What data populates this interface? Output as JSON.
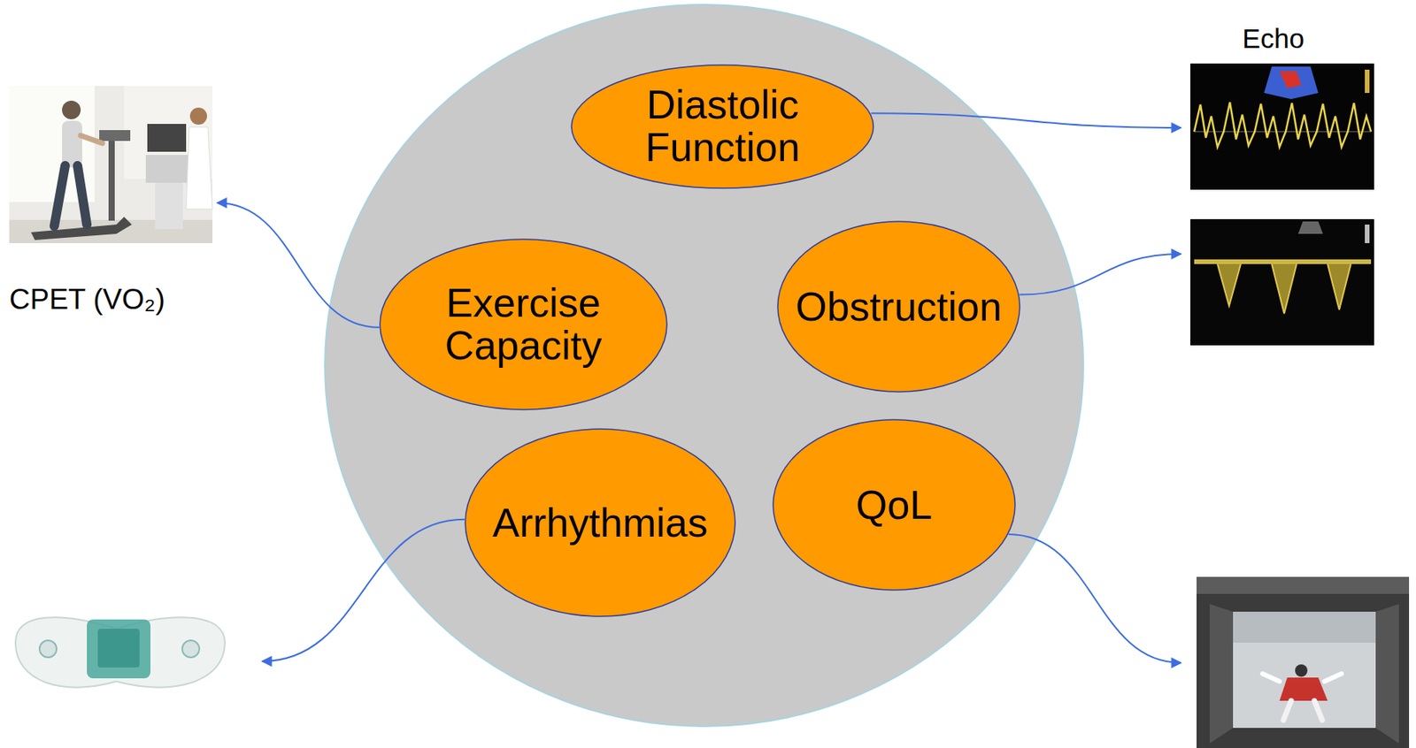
{
  "diagram": {
    "nodes": [
      {
        "text": [
          "Diastolic Function"
        ]
      },
      {
        "text": [
          "Exercise Capacity"
        ]
      },
      {
        "text": [
          "Obstruction"
        ]
      },
      {
        "text": [
          "Arrhythmias"
        ]
      },
      {
        "text": [
          "QoL"
        ]
      }
    ],
    "labels": [
      "Echo",
      "CPET (VO₂)"
    ]
  }
}
